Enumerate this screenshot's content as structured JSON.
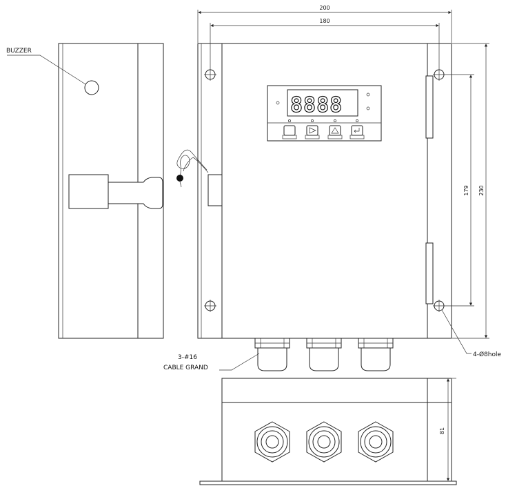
{
  "labels": {
    "buzzer": "BUZZER",
    "dim_200": "200",
    "dim_180": "180",
    "dim_179": "179",
    "dim_230": "230",
    "dim_81": "81",
    "cable_qty": "3-#16",
    "cable_name": "CABLE GRAND",
    "hole": "4-Ø8hole"
  },
  "display": {
    "digits": "8888"
  }
}
